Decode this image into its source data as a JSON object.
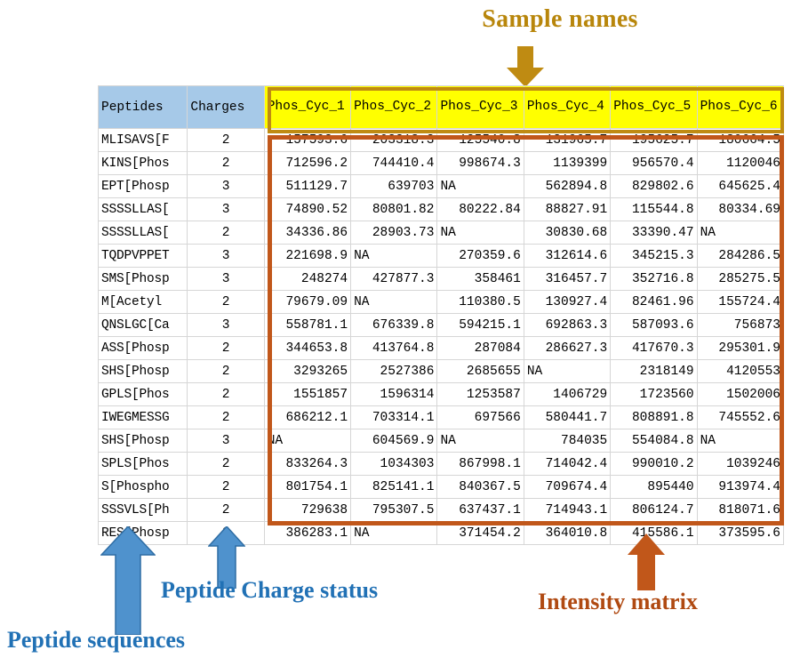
{
  "annotations": {
    "sample_names": {
      "label": "Sample names",
      "color": "#b8860b"
    },
    "peptide_sequences": {
      "label": "Peptide sequences",
      "color": "#2171b5"
    },
    "peptide_charge_status": {
      "label": "Peptide Charge status",
      "color": "#2171b5"
    },
    "intensity_matrix": {
      "label": "Intensity matrix",
      "color": "#b04a12"
    }
  },
  "table": {
    "headers": {
      "peptides": "Peptides",
      "charges": "Charges",
      "samples": [
        "Phos_Cyc_1",
        "Phos_Cyc_2",
        "Phos_Cyc_3",
        "Phos_Cyc_4",
        "Phos_Cyc_5",
        "Phos_Cyc_6"
      ]
    },
    "header_colors": {
      "plain": "#a6c9e8",
      "sample": "#ffff00"
    },
    "rows": [
      {
        "peptide": "MLISAVS[F",
        "charge": "2",
        "values": [
          "157593.6",
          "203318.3",
          "125540.8",
          "131965.7",
          "195625.7",
          "180664.5"
        ]
      },
      {
        "peptide": "KINS[Phos",
        "charge": "2",
        "values": [
          "712596.2",
          "744410.4",
          "998674.3",
          "1139399",
          "956570.4",
          "1120046"
        ]
      },
      {
        "peptide": "EPT[Phosp",
        "charge": "3",
        "values": [
          "511129.7",
          "639703",
          "NA",
          "562894.8",
          "829802.6",
          "645625.4"
        ]
      },
      {
        "peptide": "SSSSLLAS[",
        "charge": "3",
        "values": [
          "74890.52",
          "80801.82",
          "80222.84",
          "88827.91",
          "115544.8",
          "80334.69"
        ]
      },
      {
        "peptide": "SSSSLLAS[",
        "charge": "2",
        "values": [
          "34336.86",
          "28903.73",
          "NA",
          "30830.68",
          "33390.47",
          "NA"
        ]
      },
      {
        "peptide": "TQDPVPPET",
        "charge": "3",
        "values": [
          "221698.9",
          "NA",
          "270359.6",
          "312614.6",
          "345215.3",
          "284286.5"
        ]
      },
      {
        "peptide": "SMS[Phosp",
        "charge": "3",
        "values": [
          "248274",
          "427877.3",
          "358461",
          "316457.7",
          "352716.8",
          "285275.5"
        ]
      },
      {
        "peptide": "M[Acetyl",
        "charge": "2",
        "values": [
          "79679.09",
          "NA",
          "110380.5",
          "130927.4",
          "82461.96",
          "155724.4"
        ]
      },
      {
        "peptide": "QNSLGC[Ca",
        "charge": "3",
        "values": [
          "558781.1",
          "676339.8",
          "594215.1",
          "692863.3",
          "587093.6",
          "756873"
        ]
      },
      {
        "peptide": "ASS[Phosp",
        "charge": "2",
        "values": [
          "344653.8",
          "413764.8",
          "287084",
          "286627.3",
          "417670.3",
          "295301.9"
        ]
      },
      {
        "peptide": "SHS[Phosp",
        "charge": "2",
        "values": [
          "3293265",
          "2527386",
          "2685655",
          "NA",
          "2318149",
          "4120553"
        ]
      },
      {
        "peptide": "GPLS[Phos",
        "charge": "2",
        "values": [
          "1551857",
          "1596314",
          "1253587",
          "1406729",
          "1723560",
          "1502006"
        ]
      },
      {
        "peptide": "IWEGMESSG",
        "charge": "2",
        "values": [
          "686212.1",
          "703314.1",
          "697566",
          "580441.7",
          "808891.8",
          "745552.6"
        ]
      },
      {
        "peptide": "SHS[Phosp",
        "charge": "3",
        "values": [
          "NA",
          "604569.9",
          "NA",
          "784035",
          "554084.8",
          "NA"
        ]
      },
      {
        "peptide": "SPLS[Phos",
        "charge": "2",
        "values": [
          "833264.3",
          "1034303",
          "867998.1",
          "714042.4",
          "990010.2",
          "1039246"
        ]
      },
      {
        "peptide": "S[Phospho",
        "charge": "2",
        "values": [
          "801754.1",
          "825141.1",
          "840367.5",
          "709674.4",
          "895440",
          "913974.4"
        ]
      },
      {
        "peptide": "SSSVLS[Ph",
        "charge": "2",
        "values": [
          "729638",
          "795307.5",
          "637437.1",
          "714943.1",
          "806124.7",
          "818071.6"
        ]
      },
      {
        "peptide": "RES[Phosp",
        "charge": "2",
        "values": [
          "386283.1",
          "NA",
          "371454.2",
          "364010.8",
          "415586.1",
          "373595.6"
        ]
      }
    ]
  }
}
